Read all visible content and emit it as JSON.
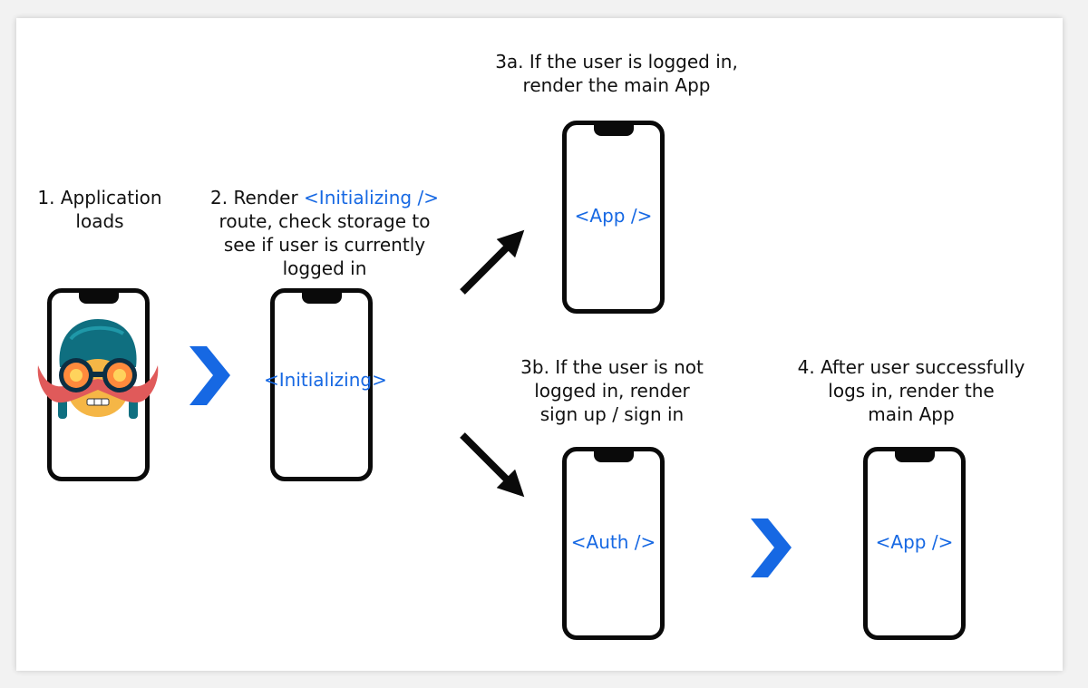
{
  "colors": {
    "accent": "#1668e3",
    "ink": "#0a0a0a"
  },
  "step1": {
    "line1": "1. Application",
    "line2": "loads",
    "icon": "mascot-goggles-mustache-icon"
  },
  "step2": {
    "line1_prefix": "2. Render ",
    "line1_highlight": "<Initializing />",
    "line2": "route, check storage to",
    "line3": "see if user is currently",
    "line4": "logged in",
    "screen_label": "<Initializing>"
  },
  "step3a": {
    "line1": "3a. If the user is logged in,",
    "line2": "render the main App",
    "screen_label": "<App />"
  },
  "step3b": {
    "line1": "3b. If the user is not",
    "line2": "logged in, render",
    "line3": "sign up / sign in",
    "screen_label": "<Auth />"
  },
  "step4": {
    "line1": "4. After user successfully",
    "line2": "logs in, render the",
    "line3": "main App",
    "screen_label": "<App />"
  }
}
